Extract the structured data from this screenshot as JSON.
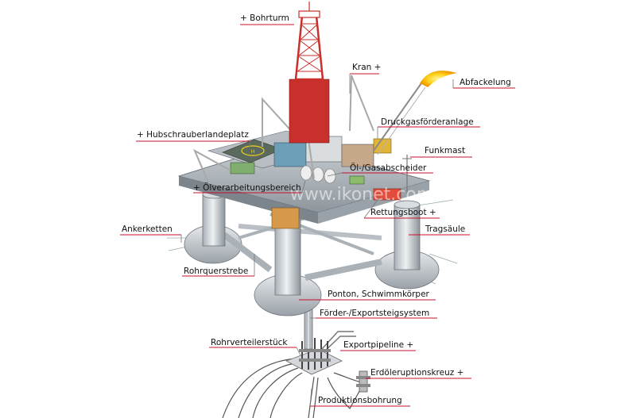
{
  "watermark": "www.ikonet.com",
  "labels": {
    "bohrturm": "+ Bohrturm",
    "kran": "Kran +",
    "abfackelung": "Abfackelung",
    "druckgas": "Druckgasförderanlage",
    "hubschrauber": "+ Hubschrauberlandeplatz",
    "funkmast": "Funkmast",
    "gasabscheider": "Öl-/Gasabscheider",
    "oelverarbeitung": "+ Ölverarbeitungsbereich",
    "rettungsboot": "Rettungsboot +",
    "ankerketten": "Ankerketten",
    "tragsaeule": "Tragsäule",
    "rohrquerstrebe": "Rohrquerstrebe",
    "ponton": "Ponton, Schwimmkörper",
    "steigsystem": "Förder-/Exportsteigsystem",
    "rohrverteiler": "Rohrverteilerstück",
    "exportpipeline": "Exportpipeline +",
    "eruptionskreuz": "Erdöleruptionskreuz +",
    "produktionsbohrung": "Produktionsbohrung"
  }
}
